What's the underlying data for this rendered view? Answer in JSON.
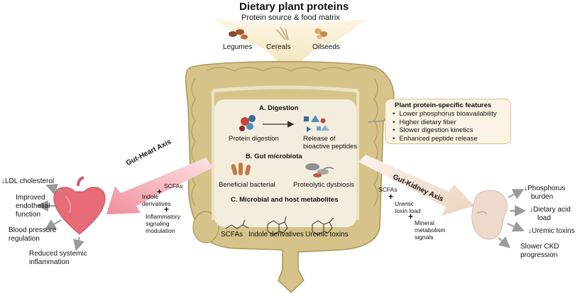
{
  "header": {
    "title": "Dietary plant proteins",
    "subtitle": "Protein source & food matrix"
  },
  "sources": [
    "Legumes",
    "Cereals",
    "Oilseeds"
  ],
  "features": {
    "title": "Plant protein-specific features",
    "items": [
      "Lower phosphorus bioavailability",
      "Higher dietary fiber",
      "Slower digestion kinetics",
      "Enhanced peptide release"
    ]
  },
  "digestion": {
    "heading": "A. Digestion",
    "input": "Protein digestion",
    "output_line1": "Release of",
    "output_line2": "bioactive peptides"
  },
  "microbiota": {
    "heading": "B. Gut microbiota",
    "beneficial": "Beneficial bacterial",
    "dysbiosis": "Proteolytic dysbiosis"
  },
  "metabolites": {
    "heading": "C. Microbial and host metabolites",
    "scfa": "SCFAs",
    "indole": "Indole derivatives",
    "uremic": "Uremic toxins"
  },
  "gut_heart": {
    "axis_label": "Gut-Heart Axis",
    "signals": {
      "scfa": "SCFAs",
      "indole_line1": "Indole",
      "indole_line2": "derivatives",
      "inflam_line1": "Inflammatory",
      "inflam_line2": "signaling",
      "inflam_line3": "modulation"
    },
    "outcomes": {
      "ldl": "LDL cholesterol",
      "endo_line1": "Improved",
      "endo_line2": "endothelial",
      "endo_line3": "function",
      "bp_line1": "Blood pressure",
      "bp_line2": "regulation",
      "inflam_line1": "Reduced systemic",
      "inflam_line2": "inflammation"
    }
  },
  "gut_kidney": {
    "axis_label": "Gut-Kidney Axis",
    "signals": {
      "scfa": "SCFAs",
      "uremic_line1": "Uremic",
      "uremic_line2": "toxin load",
      "mineral_line1": "Mineral",
      "mineral_line2": "metabolism",
      "mineral_line3": "signals"
    },
    "outcomes": {
      "phos_line1": "Phosphorus",
      "phos_line2": "burden",
      "acid_line1": "Dietary acid",
      "acid_line2": "load",
      "uremic": "Uremic toxins",
      "ckd_line1": "Slower CKD",
      "ckd_line2": "progression"
    }
  },
  "symbols": {
    "down_arrow": "↓",
    "plus": "+"
  },
  "colors": {
    "colon_fill": "#d6c389",
    "colon_stroke": "#a99656",
    "heart_arrow": "#f2a5ae",
    "kidney_arrow": "#f3e3d4",
    "feature_box_fill": "#fbf3e3",
    "feature_box_border": "#e0c08a"
  }
}
